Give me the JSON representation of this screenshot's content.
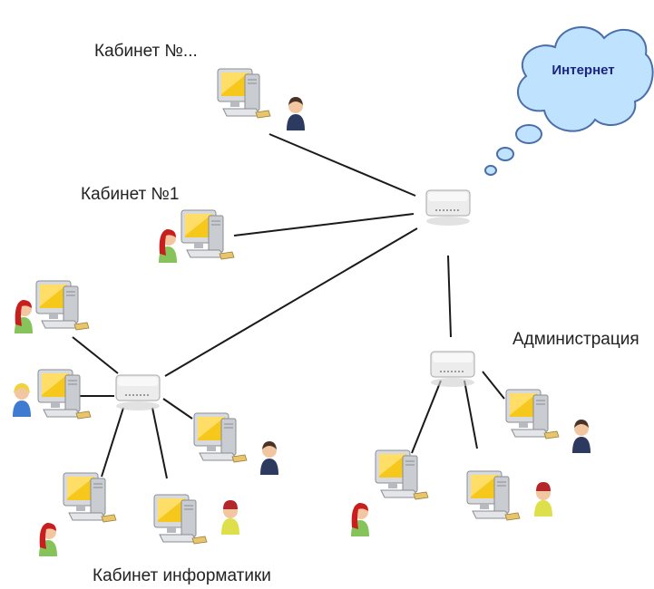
{
  "labels": {
    "room_misc": "Кабинет №...",
    "room_1": "Кабинет №1",
    "administration": "Администрация",
    "it_room": "Кабинет информатики",
    "internet": "Интернет"
  },
  "colors": {
    "cloud_fill": "#bfe2ff",
    "cloud_stroke": "#4a6fa8",
    "link": "#1a1a1a",
    "monitor_screen": "#f7c81c",
    "hub": "#e8e8e8"
  },
  "icons": {
    "hub": "network-hub-icon",
    "computer": "workstation-icon",
    "user": "user-icon",
    "cloud": "internet-cloud-icon"
  }
}
